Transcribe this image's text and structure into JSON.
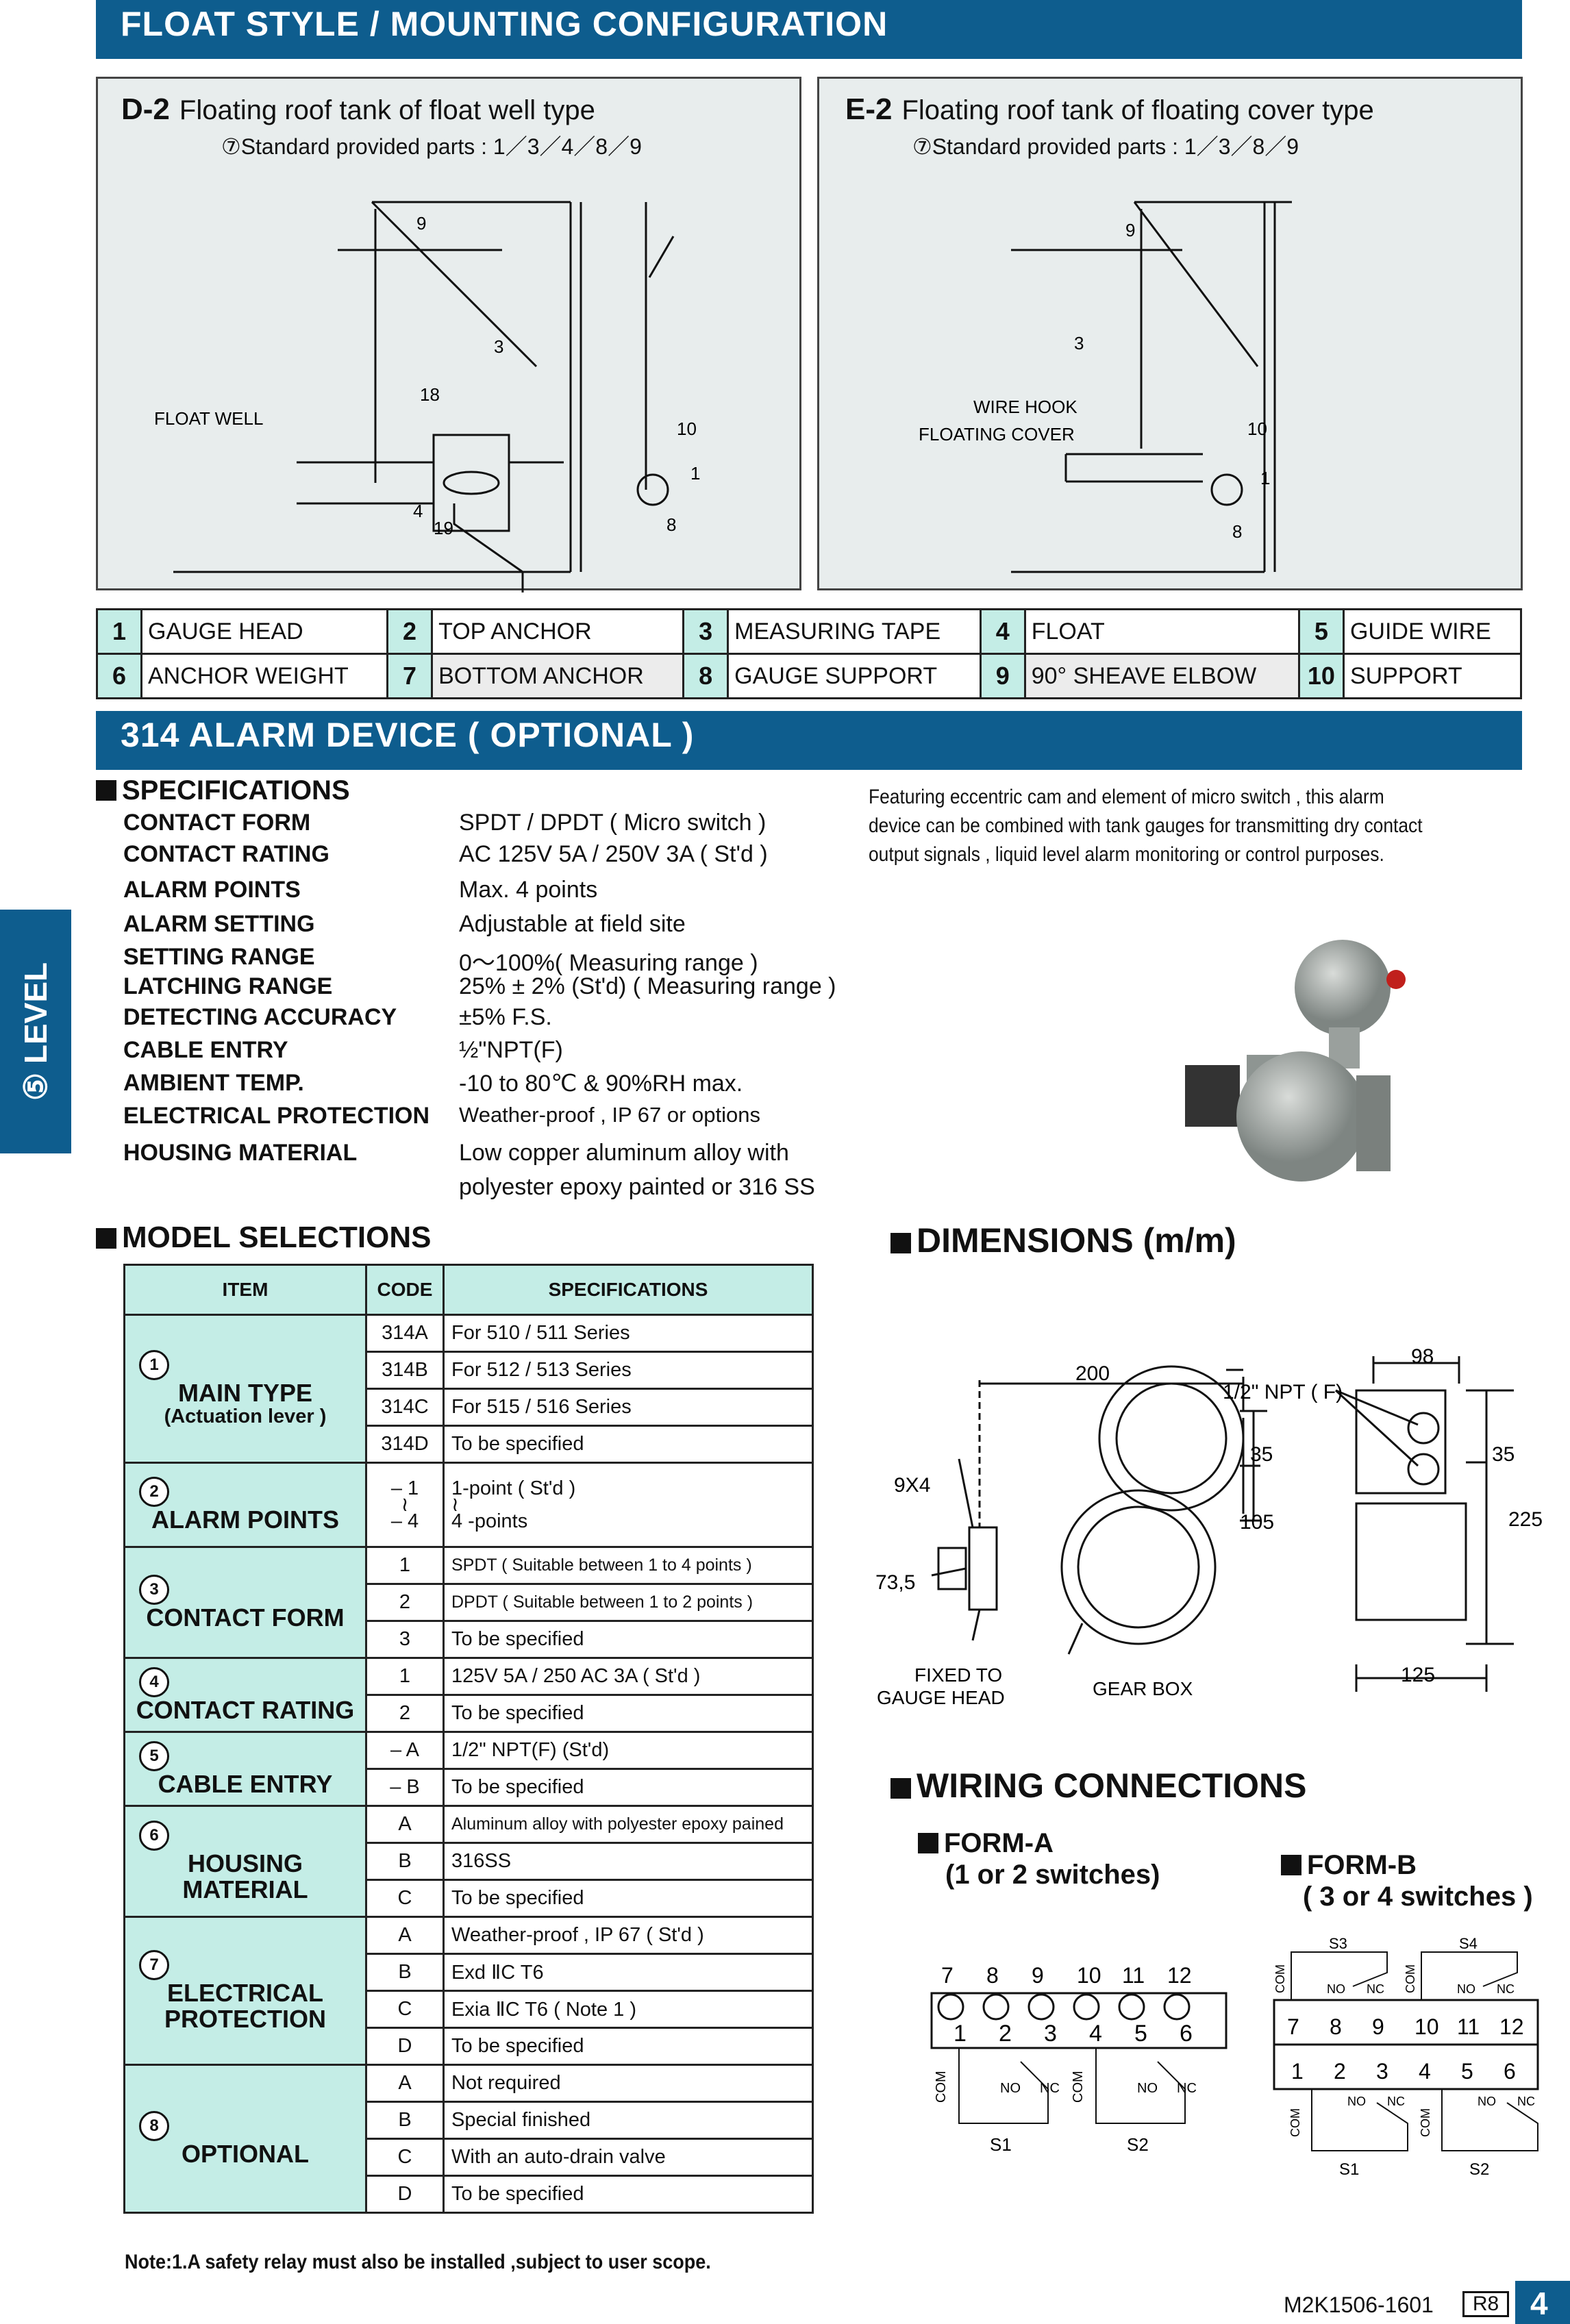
{
  "section1": {
    "title": "FLOAT  STYLE / MOUNTING  CONFIGURATION"
  },
  "d2": {
    "code": "D-2",
    "title": "Floating  roof  tank of  float  well  type",
    "parts": "⑦Standard  provided  parts : 1／3／4／8／9",
    "labels": {
      "float_well": "FLOAT  WELL",
      "n9": "9",
      "n3": "3",
      "n18": "18",
      "n10": "10",
      "n1": "1",
      "n4": "4",
      "n19": "19",
      "n8": "8"
    }
  },
  "e2": {
    "code": "E-2",
    "title": "Floating  roof  tank  of  floating  cover  type",
    "parts": "⑦Standard  provided  parts : 1／3／8／9",
    "labels": {
      "wire_hook": "WIRE  HOOK",
      "floating_cover": "FLOATING  COVER",
      "n9": "9",
      "n3": "3",
      "n10": "10",
      "n1": "1",
      "n8": "8"
    }
  },
  "parts_table": [
    [
      {
        "n": "1",
        "label": "GAUGE  HEAD"
      },
      {
        "n": "2",
        "label": "TOP  ANCHOR"
      },
      {
        "n": "3",
        "label": "MEASURING  TAPE"
      },
      {
        "n": "4",
        "label": "FLOAT"
      },
      {
        "n": "5",
        "label": "GUIDE  WIRE"
      }
    ],
    [
      {
        "n": "6",
        "label": "ANCHOR  WEIGHT"
      },
      {
        "n": "7",
        "label": "BOTTOM  ANCHOR"
      },
      {
        "n": "8",
        "label": "GAUGE  SUPPORT"
      },
      {
        "n": "9",
        "label": "90° SHEAVE  ELBOW"
      },
      {
        "n": "10",
        "label": "SUPPORT"
      }
    ]
  ],
  "section2": {
    "title": "314  ALARM  DEVICE ( OPTIONAL )"
  },
  "side_tab": "⑤ LEVEL",
  "specifications": {
    "heading": "SPECIFICATIONS",
    "rows": [
      {
        "k": "CONTACT  FORM",
        "v": "SPDT / DPDT  ( Micro  switch )"
      },
      {
        "k": "CONTACT  RATING",
        "v": "AC 125V 5A / 250V 3A ( St'd )"
      },
      {
        "k": "ALARM  POINTS",
        "v": "Max. 4 points"
      },
      {
        "k": "ALARM  SETTING",
        "v": "Adjustable  at  field  site"
      },
      {
        "k": "SETTING  RANGE",
        "v": "0～100%( Measuring range )"
      },
      {
        "k": "LATCHING RANGE",
        "v": "25% ± 2% (St'd) ( Measuring range )"
      },
      {
        "k": "DETECTING  ACCURACY",
        "v": "±5%  F.S."
      },
      {
        "k": "CABLE  ENTRY",
        "v": "½\"NPT(F)"
      },
      {
        "k": "AMBIENT  TEMP.",
        "v": "-10  to  80℃ & 90%RH  max."
      },
      {
        "k": "ELECTRICAL PROTECTION",
        "v": "Weather-proof , IP 67 or options"
      },
      {
        "k": "HOUSING MATERIAL",
        "v": "Low  copper  aluminum  alloy  with"
      }
    ],
    "housing_line2": "polyester epoxy  painted or 316 SS"
  },
  "description": [
    "Featuring eccentric cam and element of micro switch , this alarm",
    "device can be combined with tank gauges for transmitting dry  contact",
    "output signals , liquid level alarm monitoring or control purposes."
  ],
  "model": {
    "heading": "MODEL SELECTIONS",
    "headers": [
      "ITEM",
      "CODE",
      "SPECIFICATIONS"
    ],
    "groups": [
      {
        "n": "1",
        "name": "MAIN TYPE",
        "sub": "(Actuation lever )",
        "rows": [
          [
            "314A",
            "For 510 / 511 Series"
          ],
          [
            "314B",
            "For 512 / 513 Series"
          ],
          [
            "314C",
            "For 515 / 516 Series"
          ],
          [
            "314D",
            "To  be  specified"
          ]
        ]
      },
      {
        "n": "2",
        "name": "ALARM POINTS",
        "sub": "",
        "rows": [
          [
            "– 1\n≀\n– 4",
            "1-point ( St'd )\n≀\n4 -points"
          ]
        ]
      },
      {
        "n": "3",
        "name": "CONTACT FORM",
        "sub": "",
        "rows": [
          [
            "1",
            "SPDT ( Suitable between 1 to 4 points  )"
          ],
          [
            "2",
            "DPDT ( Suitable between 1 to 2 points )"
          ],
          [
            "3",
            "To  be  specified"
          ]
        ]
      },
      {
        "n": "4",
        "name": "CONTACT RATING",
        "sub": "",
        "rows": [
          [
            "1",
            "125V 5A / 250 AC 3A ( St'd )"
          ],
          [
            "2",
            "To  be  specified"
          ]
        ]
      },
      {
        "n": "5",
        "name": "CABLE ENTRY",
        "sub": "",
        "rows": [
          [
            "– A",
            "1/2\" NPT(F)  (St'd)"
          ],
          [
            "– B",
            "To  be  specified"
          ]
        ]
      },
      {
        "n": "6",
        "name": "HOUSING MATERIAL",
        "sub": "",
        "rows": [
          [
            "A",
            "Aluminum alloy with polyester epoxy pained"
          ],
          [
            "B",
            "316SS"
          ],
          [
            "C",
            "To  be  specified"
          ]
        ]
      },
      {
        "n": "7",
        "name": "ELECTRICAL PROTECTION",
        "sub": "",
        "rows": [
          [
            "A",
            "Weather-proof , IP 67 ( St'd )"
          ],
          [
            "B",
            "Exd  ⅡC  T6"
          ],
          [
            "C",
            "Exia  ⅡC  T6 ( Note 1 )"
          ],
          [
            "D",
            "To  be  specified"
          ]
        ]
      },
      {
        "n": "8",
        "name": "OPTIONAL",
        "sub": "",
        "rows": [
          [
            "A",
            "Not required"
          ],
          [
            "B",
            "Special finished"
          ],
          [
            "C",
            "With an auto-drain valve"
          ],
          [
            "D",
            "To  be  specified"
          ]
        ]
      }
    ],
    "note": "Note:1.A safety relay must also be installed ,subject  to user scope."
  },
  "dimensions": {
    "heading": "DIMENSIONS (m/m)",
    "labels": {
      "d200": "200",
      "npt": "1/2\" NPT ( F)",
      "d98": "98",
      "d35a": "35",
      "d35b": "35",
      "d105": "105",
      "d225": "225",
      "holes": "9X4",
      "dia": "73,5",
      "d125": "125",
      "fixed": "FIXED TO",
      "gauge_head": "GAUGE HEAD",
      "gear_box": "GEAR BOX"
    }
  },
  "wiring": {
    "heading": "WIRING CONNECTIONS",
    "form_a": {
      "title": "FORM-A",
      "sub": "(1 or 2 switches)",
      "top": [
        "7",
        "8",
        "9",
        "10",
        "11",
        "12"
      ],
      "bottom": [
        "1",
        "2",
        "3",
        "4",
        "5",
        "6"
      ],
      "s1": "S1",
      "s2": "S2",
      "com": "COM",
      "no": "NO",
      "nc": "NC"
    },
    "form_b": {
      "title": "FORM-B",
      "sub": "( 3 or 4 switches )",
      "top": [
        "7",
        "8",
        "9",
        "10",
        "11",
        "12"
      ],
      "bottom": [
        "1",
        "2",
        "3",
        "4",
        "5",
        "6"
      ],
      "s1": "S1",
      "s2": "S2",
      "s3": "S3",
      "s4": "S4",
      "com": "COM",
      "no": "NO",
      "nc": "NC"
    }
  },
  "footer": {
    "doc": "M2K1506-1601",
    "rev": "R8",
    "page": "4"
  },
  "colors": {
    "bar": "#0e5d8e",
    "teal_cell": "#c4ede6",
    "panel": "#e8eded"
  }
}
